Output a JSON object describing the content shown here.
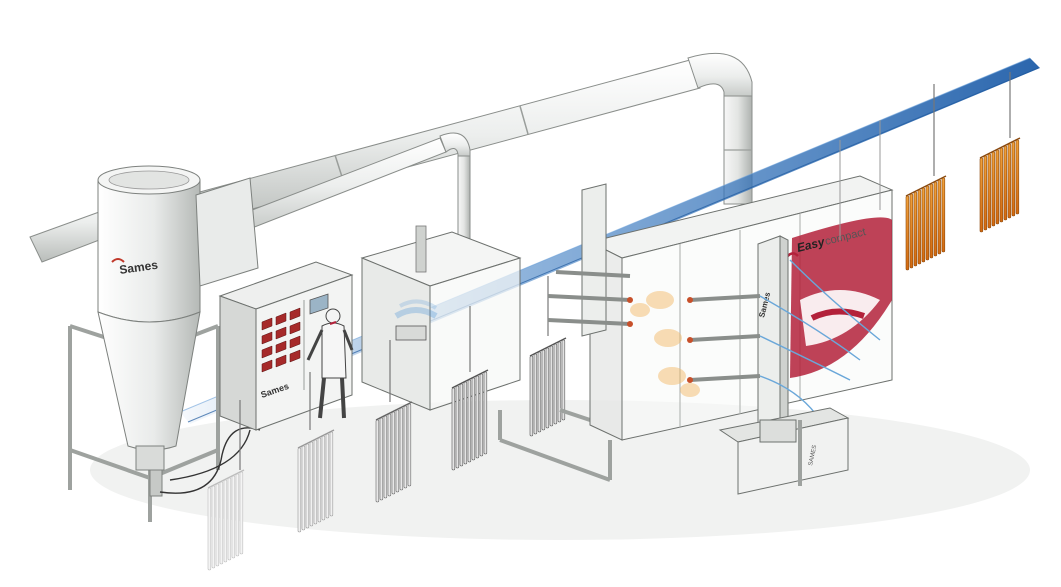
{
  "diagram": {
    "cyclone_label": "Sames",
    "control_cabinet_label": "Sames",
    "booth_brand_prefix": "Easy",
    "booth_brand_suffix": "compact",
    "gun_mover_label": "Sames",
    "base_plate_label": "SAMES"
  },
  "colors": {
    "pipe": "#e6e8e6",
    "pipe_dark": "#a9aeaa",
    "conveyor": "#3f7fc4",
    "booth_accent": "#b3213a",
    "hot_parts": "#e07c16",
    "frame": "#c9ccc9",
    "outline": "#3a3a3a"
  },
  "icons": {
    "cyclone": "cyclone-separator-icon",
    "operator": "operator-figure-icon",
    "cabinet": "control-cabinet-icon",
    "booth": "spray-booth-icon",
    "parts": "hanging-parts-icon"
  }
}
